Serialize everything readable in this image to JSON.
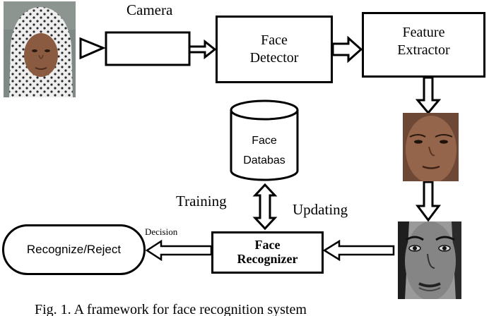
{
  "labels": {
    "camera": "Camera",
    "face_detector": [
      "Face",
      "Detector"
    ],
    "feature_extractor": [
      "Feature",
      "Extractor"
    ],
    "face_database": [
      "Face",
      "Databas"
    ],
    "training": "Training",
    "updating": "Updating",
    "decision": "Decision",
    "face_recognizer": [
      "Face",
      "Recognizer"
    ],
    "recognize_reject": "Recognize/Reject",
    "caption": "Fig. 1. A framework for face recognition system"
  },
  "images": {
    "input_photo": "woman-in-headscarf-photo",
    "cropped_face": "cropped-face-color",
    "normalized_face": "normalized-face-grayscale"
  },
  "colors": {
    "stroke": "#000000",
    "background": "#ffffff"
  }
}
